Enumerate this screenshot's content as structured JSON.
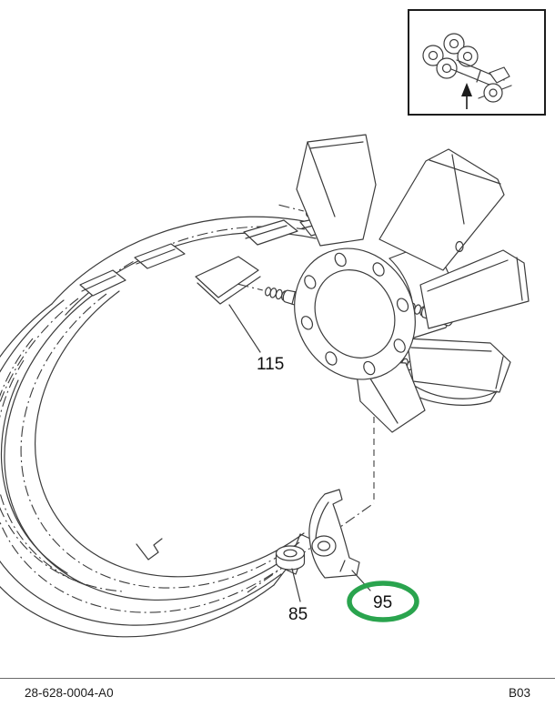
{
  "footer": {
    "doc_number": "28-628-0004-A0",
    "page_code": "B03"
  },
  "inset": {
    "icon": "truck-chassis-locator-icon",
    "arrow_icon": "up-arrow-icon"
  },
  "diagram": {
    "type": "exploded-parts-line-art",
    "alt": "Fan shroud, engine fan and mounting bracket with hardware",
    "highlight_color": "#2aa44e",
    "callouts": [
      {
        "label": "115",
        "part": "fan-shroud",
        "highlighted": false
      },
      {
        "label": "85",
        "part": "nut",
        "highlighted": false
      },
      {
        "label": "95",
        "part": "bracket",
        "highlighted": true
      }
    ]
  }
}
